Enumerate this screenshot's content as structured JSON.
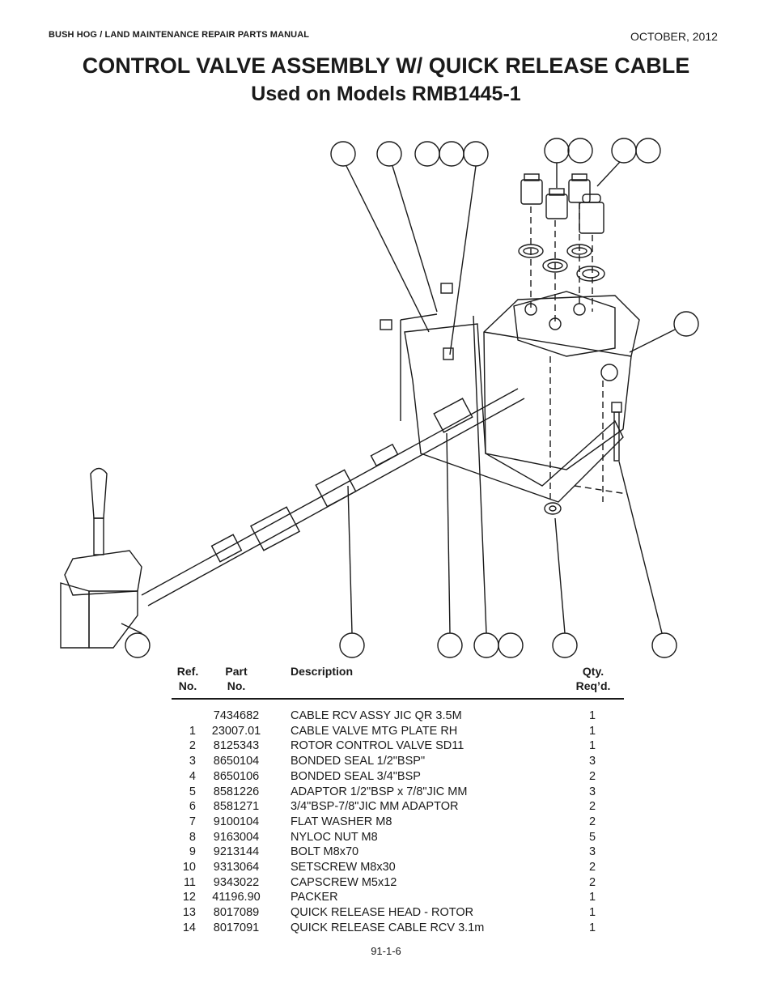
{
  "header": {
    "manual": "BUSH HOG / LAND MAINTENANCE REPAIR PARTS MANUAL",
    "date": "OCTOBER, 2012"
  },
  "title": {
    "line1": "CONTROL VALVE ASSEMBLY W/ QUICK RELEASE CABLE",
    "line2": "Used on Models RMB1445-1"
  },
  "table": {
    "headers": {
      "ref_line1": "Ref.",
      "ref_line2": "No.",
      "part_line1": "Part",
      "part_line2": "No.",
      "description": "Description",
      "qty_line1": "Qty.",
      "qty_line2": "Req’d."
    },
    "rows": [
      {
        "ref": "",
        "part": "7434682",
        "description": "CABLE RCV ASSY JIC QR 3.5M",
        "qty": "1"
      },
      {
        "ref": "1",
        "part": "23007.01",
        "description": "CABLE VALVE MTG PLATE RH",
        "qty": "1"
      },
      {
        "ref": "2",
        "part": "8125343",
        "description": "ROTOR CONTROL VALVE SD11",
        "qty": "1"
      },
      {
        "ref": "3",
        "part": "8650104",
        "description": "BONDED SEAL 1/2\"BSP\"",
        "qty": "3"
      },
      {
        "ref": "4",
        "part": "8650106",
        "description": "BONDED SEAL 3/4\"BSP",
        "qty": "2"
      },
      {
        "ref": "5",
        "part": "8581226",
        "description": "ADAPTOR 1/2\"BSP x 7/8\"JIC MM",
        "qty": "3"
      },
      {
        "ref": "6",
        "part": "8581271",
        "description": "3/4\"BSP-7/8\"JIC MM ADAPTOR",
        "qty": "2"
      },
      {
        "ref": "7",
        "part": "9100104",
        "description": "FLAT WASHER M8",
        "qty": "2"
      },
      {
        "ref": "8",
        "part": "9163004",
        "description": "NYLOC NUT M8",
        "qty": "5"
      },
      {
        "ref": "9",
        "part": "9213144",
        "description": "BOLT M8x70",
        "qty": "3"
      },
      {
        "ref": "10",
        "part": "9313064",
        "description": "SETSCREW M8x30",
        "qty": "2"
      },
      {
        "ref": "11",
        "part": "9343022",
        "description": "CAPSCREW M5x12",
        "qty": "2"
      },
      {
        "ref": "12",
        "part": "41196.90",
        "description": "PACKER",
        "qty": "1"
      },
      {
        "ref": "13",
        "part": "8017089",
        "description": "QUICK RELEASE HEAD - ROTOR",
        "qty": "1"
      },
      {
        "ref": "14",
        "part": "8017091",
        "description": "QUICK RELEASE CABLE RCV 3.1m",
        "qty": "1"
      }
    ]
  },
  "footer": {
    "page_number": "91-1-6"
  }
}
